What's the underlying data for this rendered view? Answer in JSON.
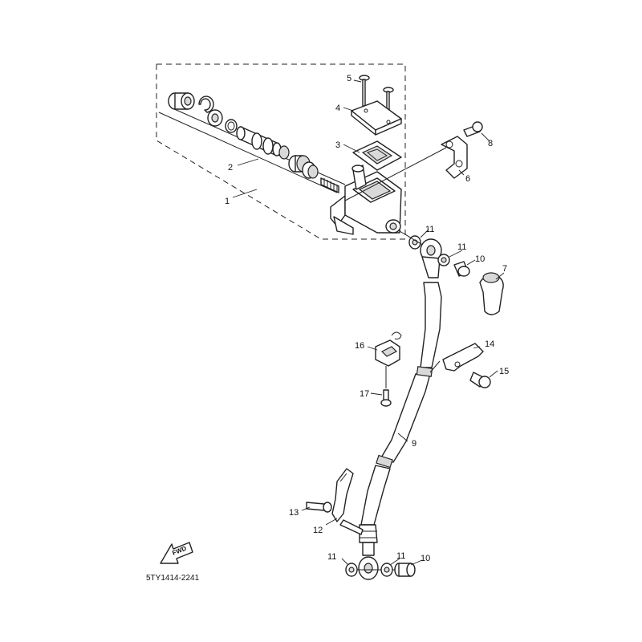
{
  "labels": {
    "p1": "1",
    "p2": "2",
    "p3": "3",
    "p4": "4",
    "p5": "5",
    "p6": "6",
    "p7": "7",
    "p8": "8",
    "p9": "9",
    "p10a": "10",
    "p10b": "10",
    "p11a": "11",
    "p11b": "11",
    "p11c": "11",
    "p11d": "11",
    "p12": "12",
    "p13": "13",
    "p14": "14",
    "p15": "15",
    "p16": "16",
    "p17": "17"
  },
  "fwd_label": "FWD",
  "diagram_code": "5TY1414-2241"
}
